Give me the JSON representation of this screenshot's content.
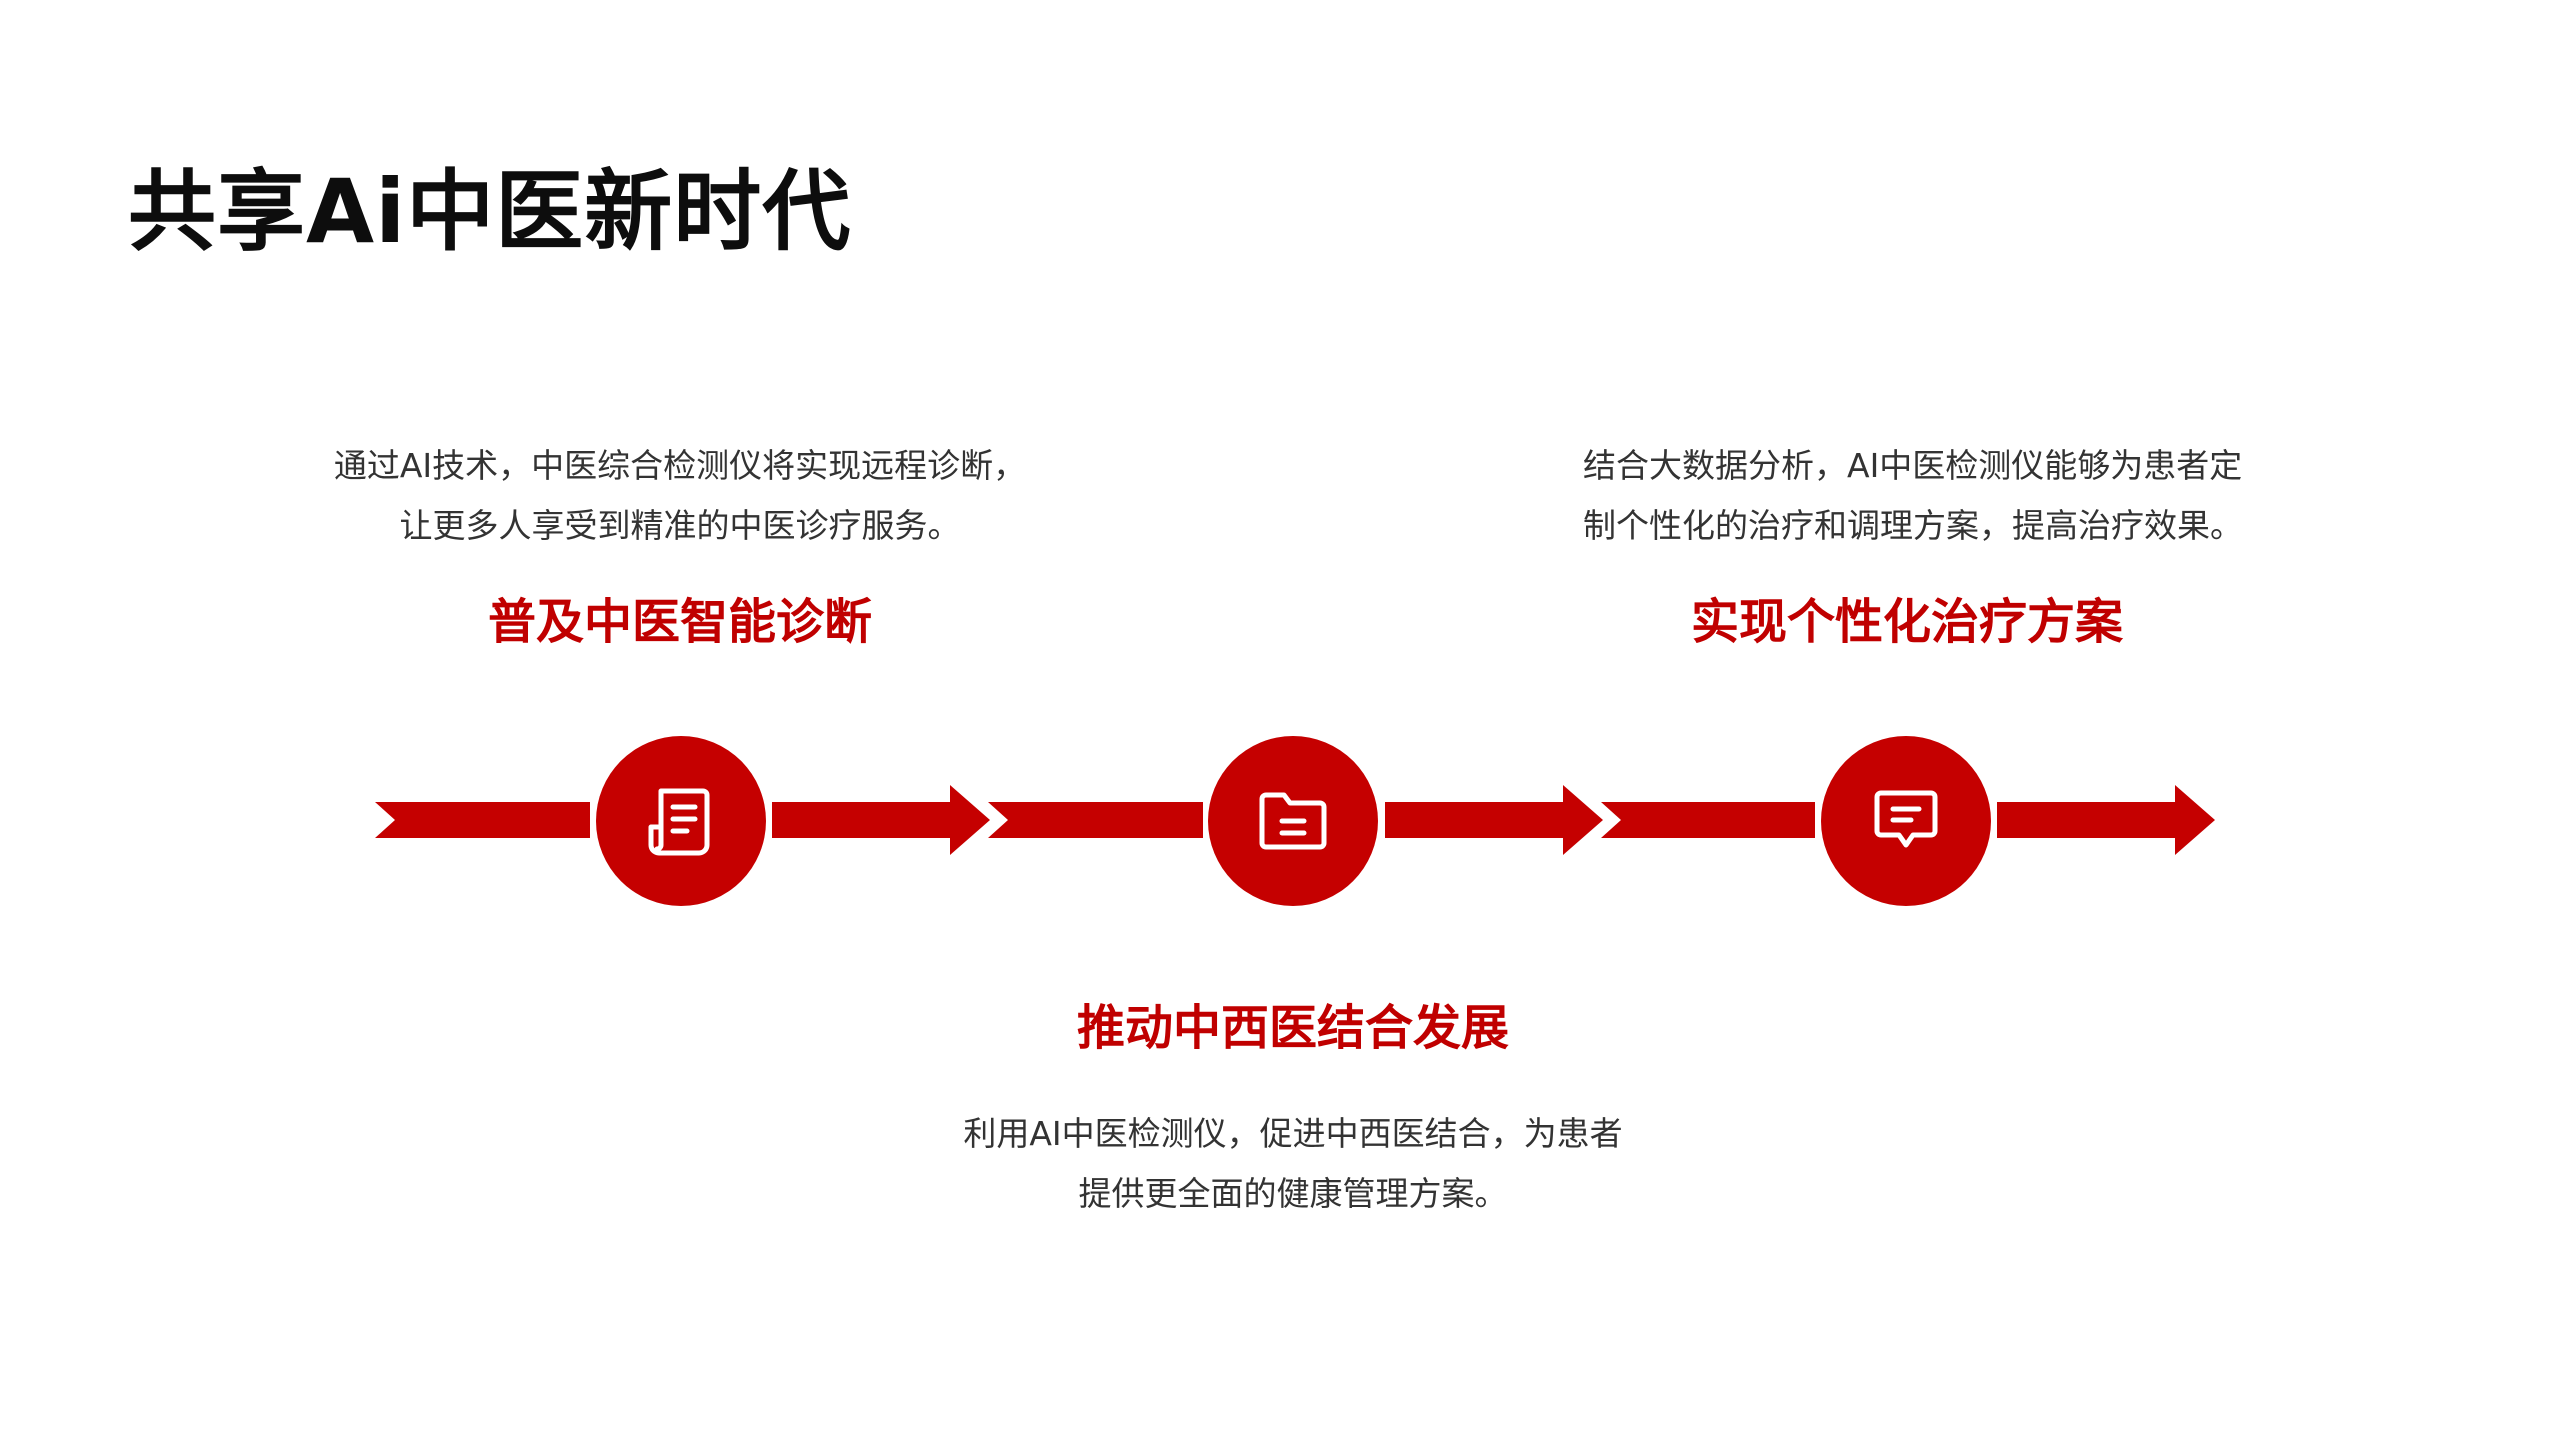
{
  "title": "共享Ai中医新时代",
  "steps": [
    {
      "heading": "普及中医智能诊断",
      "desc_line1": "通过AI技术，中医综合检测仪将实现远程诊断，",
      "desc_line2": "让更多人享受到精准的中医诊疗服务。",
      "icon": "document-icon"
    },
    {
      "heading": "推动中西医结合发展",
      "desc_line1": "利用AI中医检测仪，促进中西医结合，为患者",
      "desc_line2": "提供更全面的健康管理方案。",
      "icon": "folder-icon"
    },
    {
      "heading": "实现个性化治疗方案",
      "desc_line1": "结合大数据分析，AI中医检测仪能够为患者定",
      "desc_line2": "制个性化的治疗和调理方案，提高治疗效果。",
      "icon": "message-icon"
    }
  ],
  "colors": {
    "accent": "#c50000",
    "heading": "#c00000",
    "title": "#0d0d0d",
    "text": "#333333"
  }
}
